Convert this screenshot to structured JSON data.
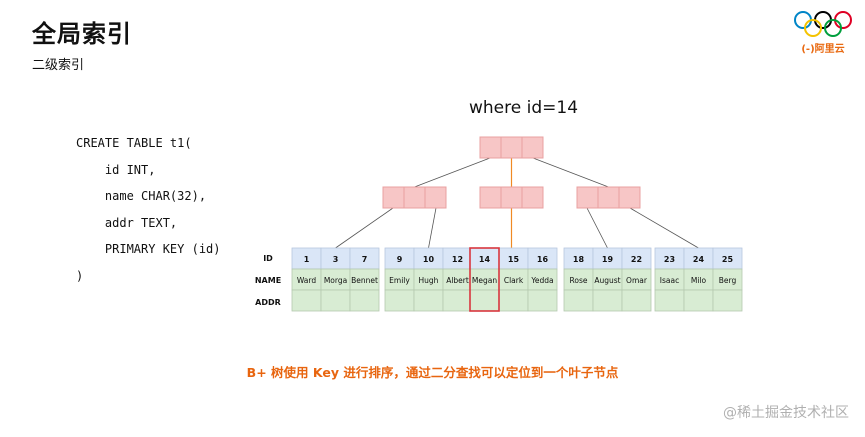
{
  "slide": {
    "title": "全局索引",
    "subtitle": "二级索引",
    "logo_text": "(-)阿里云",
    "query": "where id=14",
    "caption": "B+ 树使用 Key 进行排序，通过二分查找可以定位到一个叶子节点",
    "watermark": "@稀土掘金技术社区"
  },
  "code": [
    "CREATE TABLE t1(",
    "    id INT,",
    "    name CHAR(32),",
    "    addr TEXT,",
    "    PRIMARY KEY (id)",
    ")"
  ],
  "row_labels": [
    "ID",
    "NAME",
    "ADDR"
  ],
  "leaves": [
    {
      "ids": [
        "1",
        "3",
        "7"
      ],
      "names": [
        "Ward",
        "Morga",
        "Bennet"
      ]
    },
    {
      "ids": [
        "9",
        "10",
        "12"
      ],
      "names": [
        "Emily",
        "Hugh",
        "Albert"
      ]
    },
    {
      "ids": [
        "14",
        "15",
        "16"
      ],
      "names": [
        "Megan",
        "Clark",
        "Yedda"
      ]
    },
    {
      "ids": [
        "18",
        "19",
        "22"
      ],
      "names": [
        "Rose",
        "August",
        "Omar"
      ]
    },
    {
      "ids": [
        "23",
        "24",
        "25"
      ],
      "names": [
        "Isaac",
        "Milo",
        "Berg"
      ]
    }
  ],
  "highlight": {
    "leaf": 2,
    "column": 0,
    "color": "#d9363e"
  },
  "colors": {
    "node_fill": "#f7c6c6",
    "node_stroke": "#e8a0a0",
    "id_row": "#dae6f7",
    "data_row": "#d8ecd3",
    "cell_stroke": "#b5c9b0",
    "search_path": "#f08a24",
    "accent": "#e8650f"
  }
}
